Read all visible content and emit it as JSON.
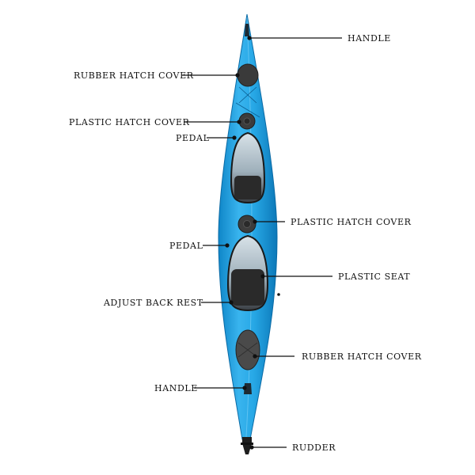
{
  "colors": {
    "hull": "#1fa3e3",
    "hull_dark": "#0e7fc0",
    "hull_light": "#5fc4f2",
    "cockpit": "#2a2a2a",
    "hatch": "#3c3c3c",
    "line": "#111111"
  },
  "labels": {
    "handle_top": "HANDLE",
    "rubber_hatch_cover_top": "RUBBER HATCH COVER",
    "plastic_hatch_cover_front": "PLASTIC HATCH COVER",
    "pedal_front": "PEDAL",
    "plastic_hatch_cover_mid": "PLASTIC HATCH COVER",
    "pedal_rear": "PEDAL",
    "plastic_seat": "PLASTIC SEAT",
    "adjust_back_rest": "ADJUST BACK REST",
    "rubber_hatch_cover_rear": "RUBBER HATCH COVER",
    "handle_bottom": "HANDLE",
    "rudder": "RUDDER"
  }
}
